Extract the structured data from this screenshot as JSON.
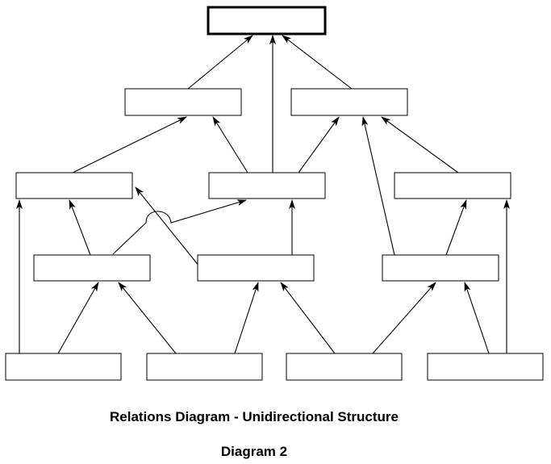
{
  "captions": {
    "title": "Relations Diagram - Unidirectional Structure",
    "subtitle": "Diagram 2"
  },
  "diagram": {
    "type": "relations-diagram",
    "structure": "unidirectional",
    "nodes": [
      {
        "id": "goal",
        "level": 0,
        "emphasis": "thick-border",
        "label": ""
      },
      {
        "id": "n1a",
        "level": 1,
        "label": ""
      },
      {
        "id": "n1b",
        "level": 1,
        "label": ""
      },
      {
        "id": "n2a",
        "level": 2,
        "label": ""
      },
      {
        "id": "n2b",
        "level": 2,
        "label": ""
      },
      {
        "id": "n2c",
        "level": 2,
        "label": ""
      },
      {
        "id": "n3a",
        "level": 3,
        "label": ""
      },
      {
        "id": "n3b",
        "level": 3,
        "label": ""
      },
      {
        "id": "n3c",
        "level": 3,
        "label": ""
      },
      {
        "id": "n4a",
        "level": 4,
        "label": ""
      },
      {
        "id": "n4b",
        "level": 4,
        "label": ""
      },
      {
        "id": "n4c",
        "level": 4,
        "label": ""
      },
      {
        "id": "n4d",
        "level": 4,
        "label": ""
      }
    ],
    "edges": [
      {
        "from": "n1a",
        "to": "goal"
      },
      {
        "from": "n2b",
        "to": "goal"
      },
      {
        "from": "n1b",
        "to": "goal"
      },
      {
        "from": "n2a",
        "to": "n1a"
      },
      {
        "from": "n2b",
        "to": "n1a"
      },
      {
        "from": "n2b",
        "to": "n1b"
      },
      {
        "from": "n2c",
        "to": "n1b"
      },
      {
        "from": "n3c",
        "to": "n1b"
      },
      {
        "from": "n4a",
        "to": "n2a"
      },
      {
        "from": "n3a",
        "to": "n2a"
      },
      {
        "from": "n3a",
        "to": "n2b",
        "crosses_with_hop": true
      },
      {
        "from": "n3b",
        "to": "n2a"
      },
      {
        "from": "n3b",
        "to": "n2b"
      },
      {
        "from": "n3c",
        "to": "n2c"
      },
      {
        "from": "n4d",
        "to": "n2c"
      },
      {
        "from": "n4a",
        "to": "n3a"
      },
      {
        "from": "n4b",
        "to": "n3a"
      },
      {
        "from": "n4b",
        "to": "n3b"
      },
      {
        "from": "n4c",
        "to": "n3b"
      },
      {
        "from": "n4c",
        "to": "n3c"
      },
      {
        "from": "n4d",
        "to": "n3c"
      }
    ]
  }
}
